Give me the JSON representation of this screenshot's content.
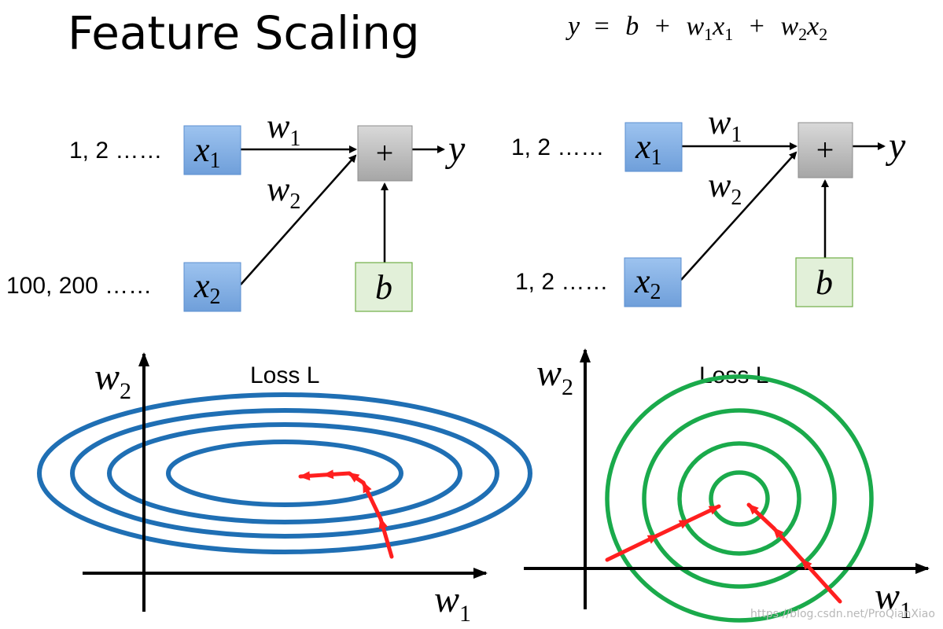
{
  "title": "Feature Scaling",
  "formula": {
    "y": "y",
    "eq": "=",
    "b": "b",
    "plus": "+",
    "w": "w",
    "x": "x",
    "sub1": "1",
    "sub2": "2"
  },
  "symbols": {
    "x": "x",
    "w": "w",
    "b": "b",
    "y": "y",
    "plus": "+",
    "sub1": "1",
    "sub2": "2"
  },
  "left": {
    "x1_range": "1, 2 ……",
    "x2_range": "100, 200 ……",
    "loss_label": "Loss L"
  },
  "right": {
    "x1_range": "1, 2 ……",
    "x2_range": "1, 2 ……",
    "loss_label": "Loss L"
  },
  "watermark": "https://blog.csdn.net/ProQianXiao",
  "colors": {
    "input_box_fill": "#8fb4e3",
    "input_box_stroke": "#5b8fd0",
    "sum_box_fill": "#bfbfbf",
    "bias_box_fill": "#e2f0d9",
    "bias_box_stroke": "#70ad47",
    "left_contour": "#1f6fb4",
    "right_contour": "#1aaa4b",
    "path": "#ff1f1f"
  }
}
